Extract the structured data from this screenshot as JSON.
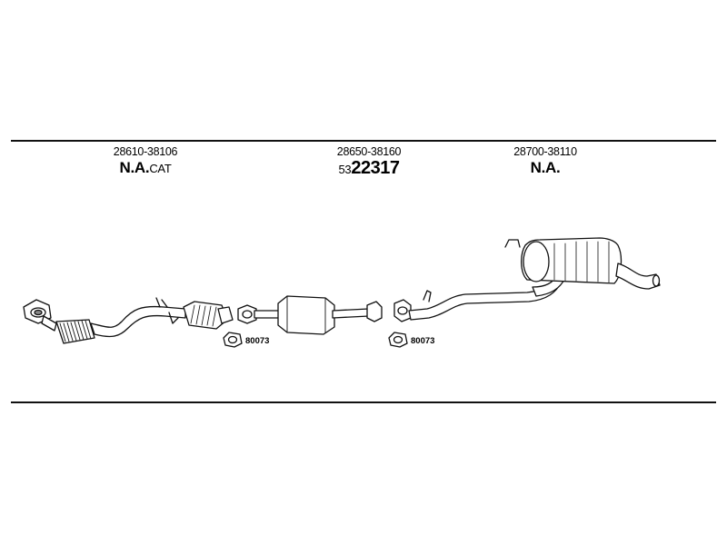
{
  "columns": [
    {
      "part_number": "28610-38106",
      "code_main": "N.A.",
      "code_suffix": "CAT"
    },
    {
      "part_number": "28650-38160",
      "code_prefix": "53",
      "code_main": "22317"
    },
    {
      "part_number": "28700-38110",
      "code_main": "N.A."
    }
  ],
  "gaskets": [
    {
      "label": "80073"
    },
    {
      "label": "80073"
    }
  ]
}
